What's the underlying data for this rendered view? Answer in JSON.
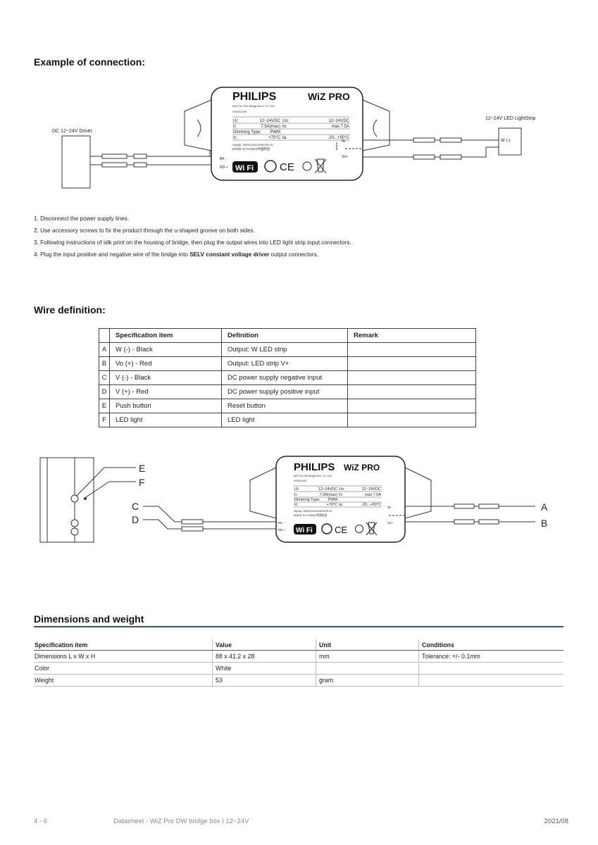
{
  "connection": {
    "heading": "Example of connection:",
    "driver_label": "DC 12~24V Driver",
    "strip_label": "12~24V LED LightStrip",
    "strip_terminal": "W (-)"
  },
  "device": {
    "brand": "PHILIPS",
    "logo": "WiZ PRO",
    "model": "WiZ Pro DW Bridge Box I 12~24V",
    "code": "929002499",
    "ui_label": "Ui:",
    "ui_value": "12~24VDC",
    "uo_label": "Uo:",
    "uo_value": "12~24VDC",
    "ii_label": "Ii:",
    "ii_value": "7.5A(max)",
    "io_label": "Io:",
    "io_value": "max 7.5A",
    "dim_label": "Dimming Type:",
    "dim_value": "PWM",
    "tc_label": "tc:",
    "tc_value": "+70°C",
    "ta_label": "ta:",
    "ta_value": "-20...+50°C",
    "maker": "Signify, 1BRS1046115600VB NL",
    "made_in": "MADE IN CHINA/中国制造",
    "wifi": "Wi Fi",
    "ce": "CE",
    "input_label": "input",
    "output_label": "output",
    "in_minus": "BK -",
    "in_plus": "RD +",
    "out_w": "W-",
    "out_vo": "Vo+",
    "bk": "BK",
    "rd": "RD"
  },
  "steps": [
    "1.  Disconnect the power supply lines.",
    "2. Use accessory screws to fix the product through the u-shaped groove on both sides.",
    "3. Following instructions of silk print on the housing of bridge, then plug the output wires into LED light strip input connectors.",
    {
      "before": "4. Plug the input positive and negative wire of the bridge into ",
      "bold": "SELV constant voltage driver",
      "after": " output connectors."
    }
  ],
  "wire_definition": {
    "heading": "Wire definition:",
    "headers": [
      "",
      "Specification item",
      "Definition",
      "Remark"
    ],
    "rows": [
      [
        "A",
        "W (-) - Black",
        "Output: W LED strip",
        ""
      ],
      [
        "B",
        "Vo (+) - Red",
        "Output: LED strip V+",
        ""
      ],
      [
        "C",
        "V (-) - Black",
        "DC power supply negative input",
        ""
      ],
      [
        "D",
        "V (+) - Red",
        "DC power supply positive input",
        ""
      ],
      [
        "E",
        "Push button",
        "Reset button",
        ""
      ],
      [
        "F",
        "LED light",
        "LED light",
        ""
      ]
    ]
  },
  "callouts": {
    "a": "A",
    "b": "B",
    "c": "C",
    "d": "D",
    "e": "E",
    "f": "F"
  },
  "dimensions": {
    "heading": "Dimensions and weight",
    "headers": [
      "Specification item",
      "Value",
      "Unit",
      "Conditions"
    ],
    "rows": [
      [
        "Dimensions  L x W x H",
        "88 x 41.2 x 28",
        "mm",
        "Tolerance: +/- 0.1mm"
      ],
      [
        "Color",
        "White",
        "",
        ""
      ],
      [
        "Weight",
        "53",
        "gram",
        ""
      ]
    ]
  },
  "footer": {
    "page": "4 - 6",
    "title": "Datasheet - WiZ Pro DW bridge box I 12~24V",
    "date": "2021/08"
  },
  "colors": {
    "accent_rule": "#2f5597",
    "text": "#1a1a1a",
    "footer": "#888888"
  }
}
